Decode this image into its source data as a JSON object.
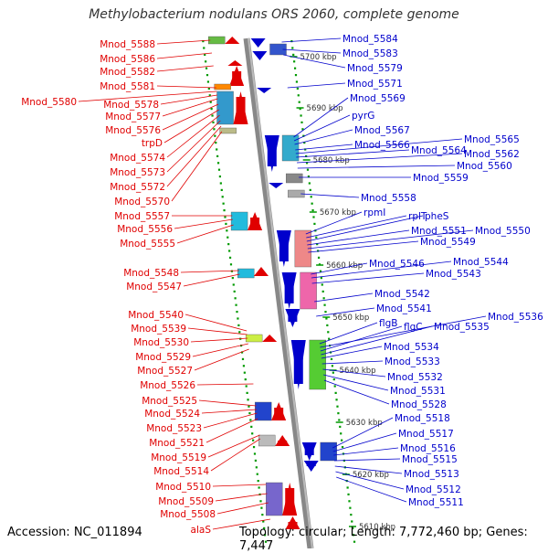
{
  "title": "Methylobacterium nodulans ORS 2060, complete genome",
  "footer": {
    "accession": "Accession: NC_011894",
    "topology": "Topology: circular; Length: 7,772,460 bp; Genes: 7,447"
  },
  "colors": {
    "left_genes": "#e00000",
    "right_genes": "#0000cc",
    "ruler": "#009900"
  },
  "kbp_marks": [
    "5700 kbp",
    "5690 kbp",
    "5680 kbp",
    "5670 kbp",
    "5660 kbp",
    "5650 kbp",
    "5640 kbp",
    "5630 kbp",
    "5620 kbp",
    "5610 kbp"
  ],
  "left_labels": [
    "Mnod_5588",
    "Mnod_5586",
    "Mnod_5582",
    "Mnod_5581",
    "Mnod_5580",
    "Mnod_5578",
    "Mnod_5577",
    "Mnod_5576",
    "trpD",
    "Mnod_5574",
    "Mnod_5573",
    "Mnod_5572",
    "Mnod_5570",
    "Mnod_5557",
    "Mnod_5556",
    "Mnod_5555",
    "Mnod_5548",
    "Mnod_5547",
    "Mnod_5540",
    "Mnod_5539",
    "Mnod_5530",
    "Mnod_5529",
    "Mnod_5527",
    "Mnod_5526",
    "Mnod_5525",
    "Mnod_5524",
    "Mnod_5523",
    "Mnod_5521",
    "Mnod_5519",
    "Mnod_5514",
    "Mnod_5510",
    "Mnod_5509",
    "Mnod_5508",
    "alaS"
  ],
  "right_labels": [
    "Mnod_5584",
    "Mnod_5583",
    "Mnod_5579",
    "Mnod_5571",
    "Mnod_5569",
    "pyrG",
    "Mnod_5567",
    "Mnod_5566",
    "Mnod_5565",
    "Mnod_5564",
    "Mnod_5562",
    "Mnod_5560",
    "Mnod_5559",
    "Mnod_5558",
    "rpmI",
    "rplT",
    "pheS",
    "Mnod_5551",
    "Mnod_5550",
    "Mnod_5549",
    "Mnod_5546",
    "Mnod_5544",
    "Mnod_5543",
    "Mnod_5542",
    "Mnod_5541",
    "flgB",
    "Mnod_5536",
    "flgC",
    "Mnod_5535",
    "Mnod_5534",
    "Mnod_5533",
    "Mnod_5532",
    "Mnod_5531",
    "Mnod_5528",
    "Mnod_5518",
    "Mnod_5517",
    "Mnod_5516",
    "Mnod_5515",
    "Mnod_5513",
    "Mnod_5512",
    "Mnod_5511"
  ]
}
